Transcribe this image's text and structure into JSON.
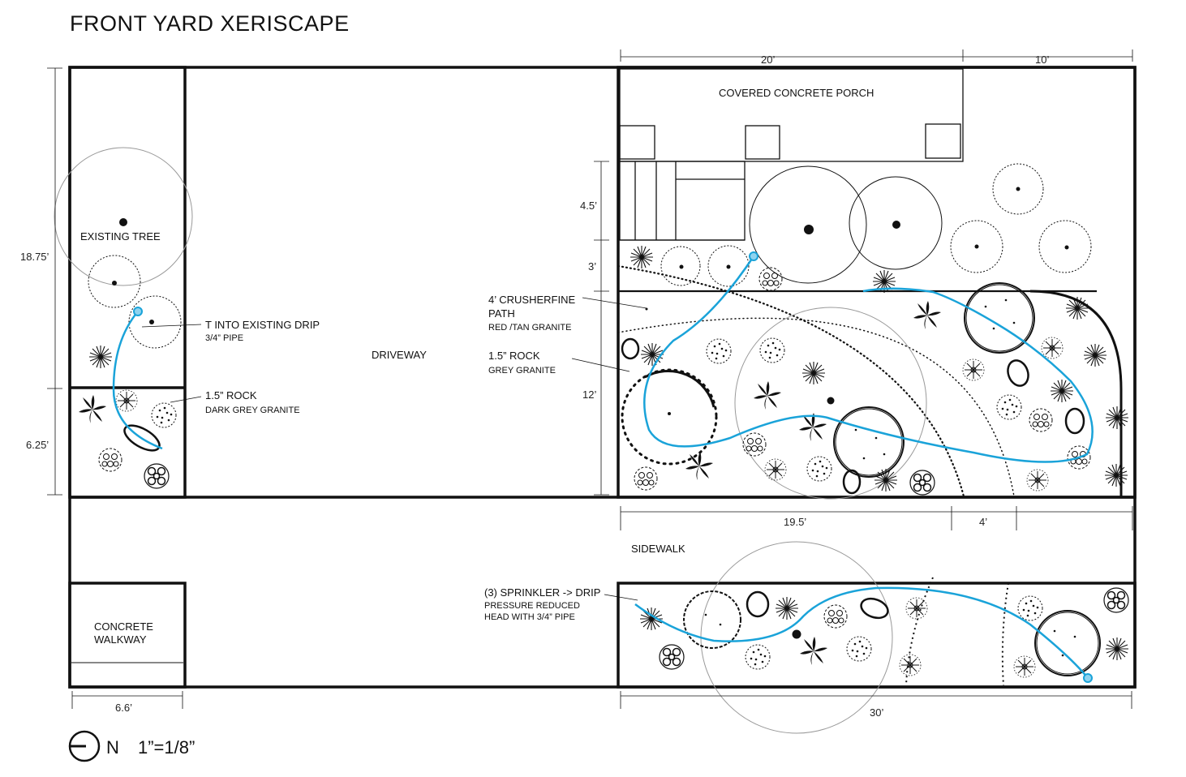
{
  "title": "FRONT YARD XERISCAPE",
  "labels": {
    "existing_tree": "EXISTING TREE",
    "driveway": "DRIVEWAY",
    "porch": "COVERED CONCRETE PORCH",
    "sidewalk": "SIDEWALK",
    "concrete_walkway_1": "CONCRETE",
    "concrete_walkway_2": "WALKWAY"
  },
  "callouts": {
    "t_drip": "T INTO EXISTING DRIP",
    "t_drip_sub": "3/4” PIPE",
    "rock_dark": "1.5” ROCK",
    "rock_dark_sub": "DARK GREY GRANITE",
    "path_1": "4’ CRUSHERFINE",
    "path_2": "PATH",
    "path_sub": "RED /TAN GRANITE",
    "rock_grey": "1.5” ROCK",
    "rock_grey_sub": "GREY GRANITE",
    "sprinkler": "(3) SPRINKLER -> DRIP",
    "sprinkler_sub_1": "PRESSURE REDUCED",
    "sprinkler_sub_2": "HEAD WITH 3/4” PIPE"
  },
  "dimensions": {
    "top_20": "20’",
    "top_10": "10’",
    "left_18_75": "18.75’",
    "left_6_25": "6.25’",
    "mid_4_5": "4.5’",
    "mid_3": "3’",
    "mid_12": "12’",
    "bot_19_5": "19.5’",
    "bot_4": "4’",
    "bot_6_6": "6.6’",
    "bot_30": "30’"
  },
  "north": "N",
  "scale": "1”=1/8”",
  "colors": {
    "line": "#111111",
    "drip": "#1aa3d9",
    "grey": "#9a9a9a"
  }
}
